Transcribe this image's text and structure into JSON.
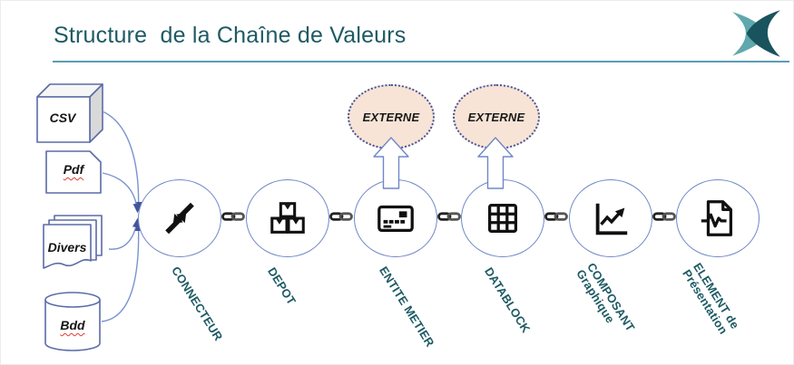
{
  "title": "Structure  de la Chaîne de Valeurs",
  "sources": [
    {
      "label": "CSV",
      "shape": "cube",
      "misspelled": false
    },
    {
      "label": "Pdf",
      "shape": "document",
      "misspelled": true
    },
    {
      "label": "Divers",
      "shape": "stacked-documents",
      "misspelled": false
    },
    {
      "label": "Bdd",
      "shape": "database-cylinder",
      "misspelled": true
    }
  ],
  "externals": [
    {
      "label": "EXTERNE"
    },
    {
      "label": "EXTERNE"
    }
  ],
  "chain": [
    {
      "line1": "CONNECTEUR",
      "line2": "",
      "icon": "converge-arrows-icon"
    },
    {
      "line1": "DEPOT",
      "line2": "",
      "icon": "stacked-boxes-icon"
    },
    {
      "line1": "ENTITE METIER",
      "line2": "",
      "icon": "card-terminal-icon"
    },
    {
      "line1": "DATABLOCK",
      "line2": "",
      "icon": "grid-table-icon"
    },
    {
      "line1": "COMPOSANT",
      "line2": "Graphique",
      "icon": "line-chart-icon"
    },
    {
      "line1": "ELEMENT de",
      "line2": "Présentation",
      "icon": "document-pulse-icon"
    }
  ],
  "colors": {
    "title": "#1e5a64",
    "rule": "#5b9bb5",
    "circle_border": "#7087c7",
    "source_border": "#5b6ba6",
    "external_fill": "#f8e4d6",
    "external_border": "#44549a",
    "label": "#1d5a64",
    "icon": "#111111",
    "flow_arrow": "#7b93cf",
    "logo_light": "#5fa8ad",
    "logo_dark": "#19535e"
  }
}
